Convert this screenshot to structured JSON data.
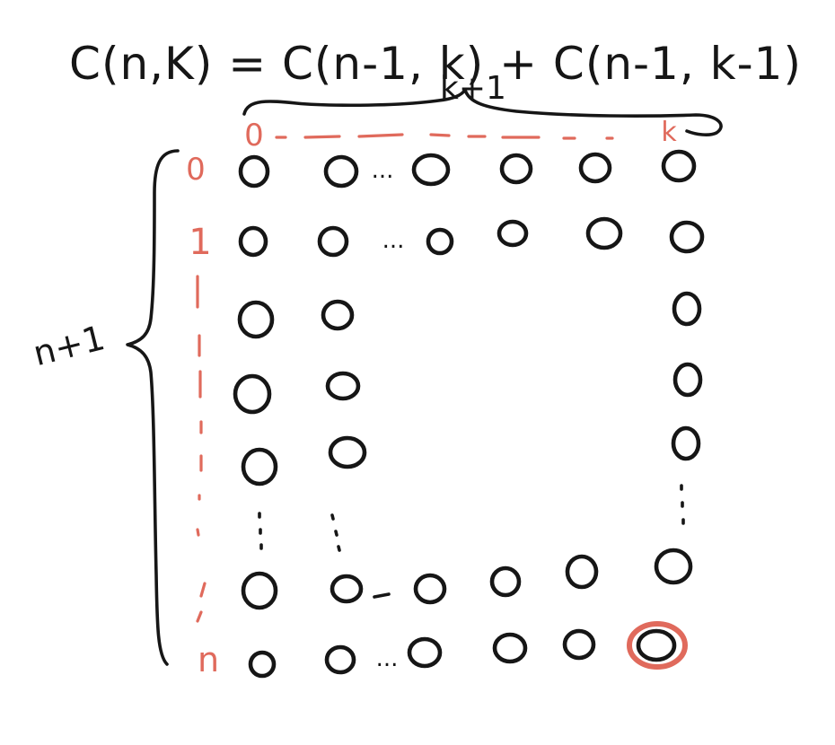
{
  "formula": "C(n,K)  =  C(n-1, k)  +  C(n-1, k-1)",
  "top_brace_label": "k+1",
  "left_brace_label": "n+1",
  "col_index_start": "0",
  "col_index_end": "k",
  "row_index_start": "0",
  "row_index_second": "1",
  "row_index_end": "n",
  "ellipsis": "...",
  "colors": {
    "ink": "#161616",
    "index": "#e06a5c",
    "highlight": "#e06a5c"
  }
}
